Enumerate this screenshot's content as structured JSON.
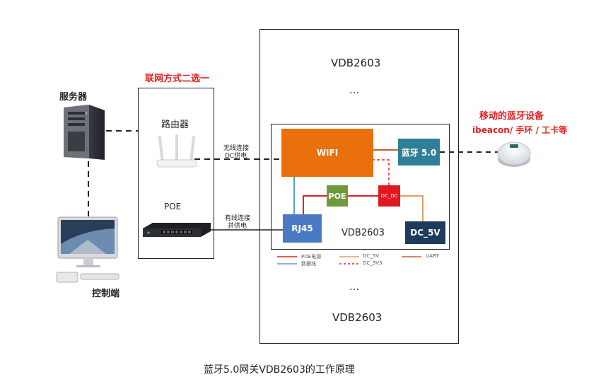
{
  "servers_label": "服务器",
  "control_label": "控制端",
  "network_choice_label": "联网方式二选一",
  "router_label": "路由器",
  "poe_label": "POE",
  "wireless_link_line1": "无线连接",
  "wireless_link_line2": "DC供电",
  "wired_link_line1": "有线连接",
  "wired_link_line2": "并供电",
  "vdb_top": "VDB2603",
  "ellipsis_top": "…",
  "ellipsis_bottom": "…",
  "vdb_bottom": "VDB2603",
  "wifi_label": "WIFI",
  "bt_label": "蓝牙 5.0",
  "poe_block_label": "POE",
  "dcdc_label": "DC_DC",
  "rj45_label": "RJ45",
  "vdb_inner": "VDB2603",
  "dc5v_label": "DC_5V",
  "legend": {
    "poe_power": "POE电源",
    "data_line": "数据线",
    "dc5v": "DC_5V",
    "dc3v3": "DC_3V3",
    "uart": "UART"
  },
  "mobile_title": "移动的蓝牙设备",
  "mobile_sub": "ibeacon/ 手环 / 工卡等",
  "caption": "蓝牙5.0网关VDB2603的工作原理",
  "colors": {
    "wifi": "#e9700c",
    "bt": "#2f7f96",
    "poe_block": "#6e9a3a",
    "dcdc": "#e0181f",
    "rj45": "#4a7ac4",
    "dc5v": "#1d3b5a",
    "poe_line": "#e02020",
    "data_line": "#5aa0cc",
    "dc5v_line": "#e0a060",
    "uart_line": "#c06030"
  }
}
